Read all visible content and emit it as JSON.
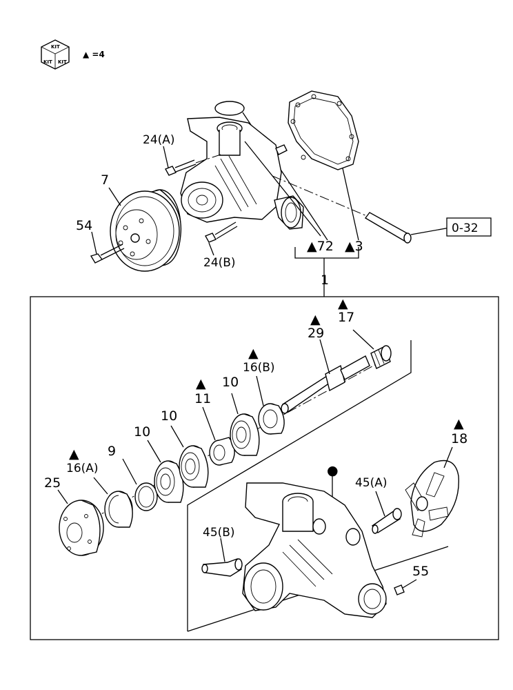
{
  "kit": {
    "icon": "kit-cube-icon",
    "top_text": "KIT",
    "left_text": "KIT",
    "right_text": "KIT",
    "legend": "▲ =4"
  },
  "ref_box": "0-32",
  "labels": {
    "p24a": "24(A)",
    "p24b": "24(B)",
    "p7": "7",
    "p54": "54",
    "p72": "▲72",
    "p3": "▲3",
    "p1": "1",
    "p17_mark": "▲",
    "p17": "17",
    "p29_mark": "▲",
    "p29": "29",
    "p16b_mark": "▲",
    "p16b": "16(B)",
    "p10a": "10",
    "p11_mark": "▲",
    "p11": "11",
    "p10b": "10",
    "p10c": "10",
    "p9": "9",
    "p16a_mark": "▲",
    "p16a": "16(A)",
    "p25": "25",
    "p18_mark": "▲",
    "p18": "18",
    "p45a": "45(A)",
    "p45b": "45(B)",
    "p55": "55",
    "housing_mark": "●"
  }
}
